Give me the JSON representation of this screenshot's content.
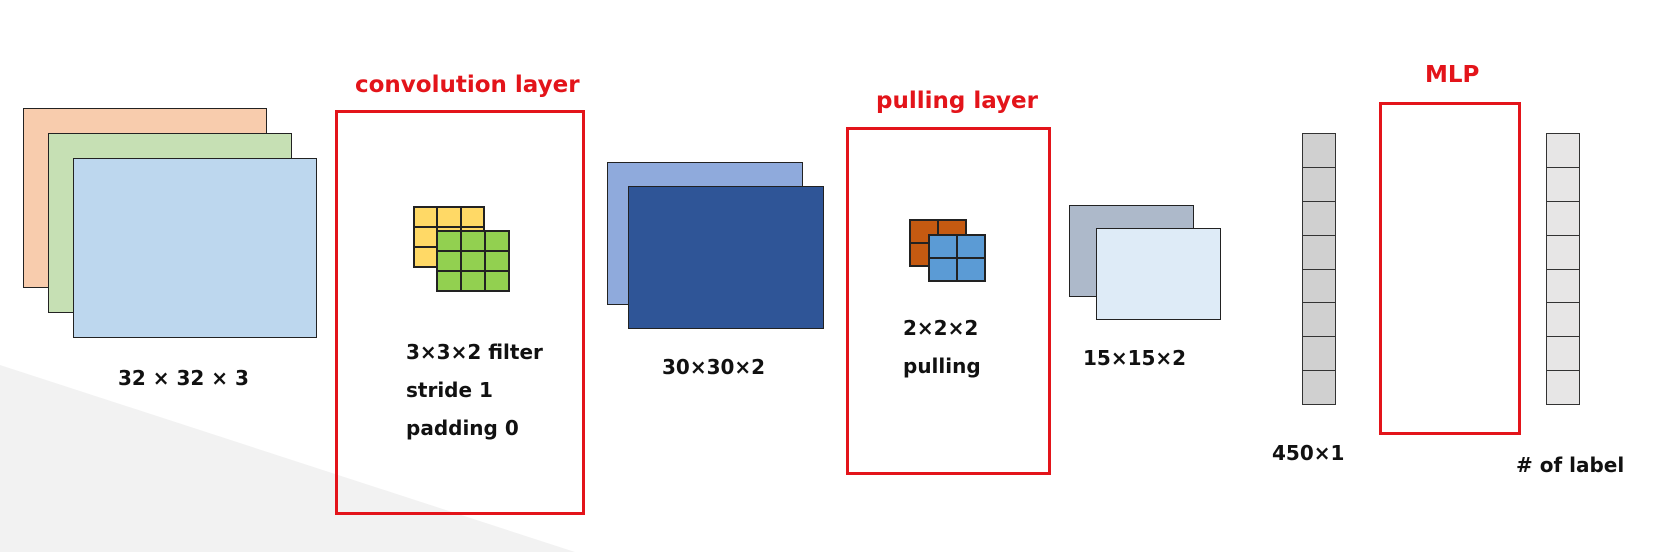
{
  "colors": {
    "accent_red": "#e3141a",
    "input_ch1": "#f8ccad",
    "input_ch2": "#c6e0b4",
    "input_ch3": "#bdd7ee",
    "filter_a": "#ffd966",
    "filter_b": "#92d050",
    "conv_out_1": "#8faadc",
    "conv_out_2": "#2f5597",
    "pool_a": "#c55a11",
    "pool_b": "#5b9bd5",
    "pool_out_1": "#adb9ca",
    "pool_out_2": "#deebf7",
    "vector_flat": "#d0d0d0",
    "vector_out": "#e7e6e6"
  },
  "diagram": {
    "input_label": "32 × 32 × 3",
    "conv": {
      "title": "convolution layer",
      "lines": [
        "3×3×2 filter",
        "stride 1",
        "padding 0"
      ]
    },
    "conv_output_label": "30×30×2",
    "pool": {
      "title": "pulling layer",
      "lines": [
        "2×2×2",
        "pulling"
      ]
    },
    "pool_output_label": "15×15×2",
    "flatten_label": "450×1",
    "mlp_title": "MLP",
    "output_label": "# of label"
  }
}
